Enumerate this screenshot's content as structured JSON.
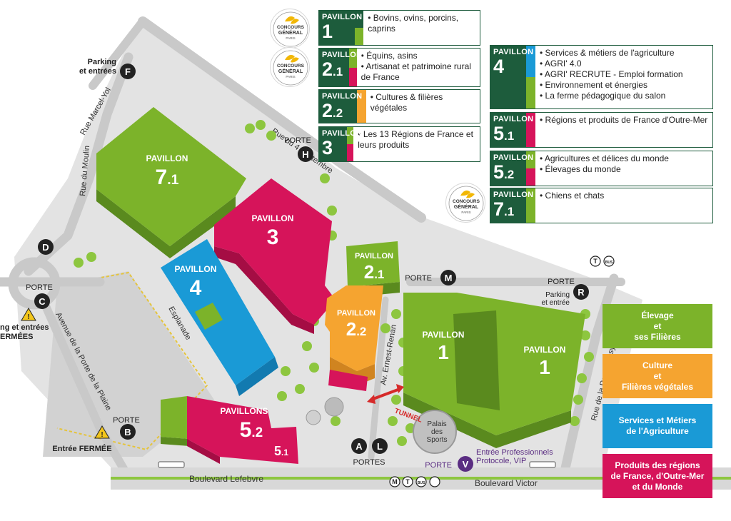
{
  "colors": {
    "green": "#7cb32a",
    "green_dark": "#5a8a1e",
    "pink": "#d6145a",
    "pink_dark": "#a50d44",
    "blue": "#1a9ad6",
    "blue_dark": "#127ab0",
    "orange": "#f5a430",
    "orange_dark": "#d08420",
    "dark_green": "#1d5c3c",
    "road": "#c9c9c9",
    "ground": "#e3e3e3"
  },
  "seal_text": {
    "line1": "CONCOURS",
    "line2": "GÉNÉRAL",
    "line3": "PARIS"
  },
  "pavillon_word": "PAVILLON",
  "pavillons_word": "PAVILLONS",
  "cards_left": [
    {
      "num": "1",
      "sub": "",
      "items": [
        "Bovins, ovins, porcins, caprins"
      ],
      "colors": [
        "#1d5c3c",
        "#7cb32a"
      ]
    },
    {
      "num": "2",
      "sub": ".1",
      "items": [
        "Équins, asins",
        "Artisanat et patrimoine rural de France"
      ],
      "colors": [
        "#7cb32a",
        "#d6145a"
      ]
    },
    {
      "num": "2",
      "sub": ".2",
      "items": [
        "Cultures & filières végétales"
      ],
      "colors": [
        "#f5a430"
      ]
    },
    {
      "num": "3",
      "sub": "",
      "items": [
        "Les 13 Régions de France et leurs produits"
      ],
      "colors": [
        "#7cb32a",
        "#d6145a"
      ]
    }
  ],
  "cards_right": [
    {
      "num": "4",
      "sub": "",
      "items": [
        "Services & métiers de l'agriculture",
        "AGRI' 4.0",
        "AGRI' RECRUTE - Emploi formation",
        "Environnement et énergies",
        "La ferme pédagogique du salon"
      ],
      "colors": [
        "#1a9ad6",
        "#7cb32a"
      ]
    },
    {
      "num": "5",
      "sub": ".1",
      "items": [
        "Régions et produits de France d'Outre-Mer"
      ],
      "colors": [
        "#d6145a"
      ]
    },
    {
      "num": "5",
      "sub": ".2",
      "items": [
        "Agricultures et délices du monde",
        "Élevages du monde"
      ],
      "colors": [
        "#7cb32a",
        "#d6145a"
      ]
    },
    {
      "num": "7",
      "sub": ".1",
      "items": [
        "Chiens et chats"
      ],
      "colors": [
        "#7cb32a"
      ]
    }
  ],
  "legend": [
    {
      "text": "Élevage\net\nses Filières",
      "color": "#7cb32a"
    },
    {
      "text": "Culture\net\nFilières végétales",
      "color": "#f5a430"
    },
    {
      "text": "Services et Métiers\nde l'Agriculture",
      "color": "#1a9ad6"
    },
    {
      "text": "Produits des régions\nde France, d'Outre-Mer\net du Monde",
      "color": "#d6145a"
    }
  ],
  "map": {
    "hall_7_1": {
      "word": "PAVILLON",
      "num": "7",
      "sub": ".1"
    },
    "hall_3": {
      "word": "PAVILLON",
      "num": "3"
    },
    "hall_4": {
      "word": "PAVILLON",
      "num": "4"
    },
    "hall_2_1": {
      "word": "PAVILLON",
      "num": "2",
      "sub": ".1"
    },
    "hall_2_2": {
      "word": "PAVILLON",
      "num": "2",
      "sub": ".2"
    },
    "hall_1a": {
      "word": "PAVILLON",
      "num": "1"
    },
    "hall_1b": {
      "word": "PAVILLON",
      "num": "1"
    },
    "hall_5": {
      "word": "PAVILLONS",
      "num": "5",
      "sub": ".2",
      "num2": "5",
      "sub2": ".1"
    },
    "palais": "Palais\ndes\nSports",
    "streets": {
      "marcel_yol": "Rue Marcel-Yol",
      "moulin": "Rue du Moulin",
      "quatre_sept": "Rue du 4 Septembre",
      "esplanade": "Esplanade",
      "porte_plaine": "Avenue de la Porte de la Plaine",
      "ernest_renan": "Av. Ernest-Renan",
      "lefebvre": "Boulevard Lefebvre",
      "victor": "Boulevard Victor",
      "porte_issy": "Rue de la Porte d'Issy"
    },
    "tunnel": "TUNNEL",
    "porte_word": "PORTE",
    "portes_word": "PORTES",
    "gates": {
      "F": {
        "letter": "F",
        "label": "Parking\net entrées"
      },
      "H": {
        "letter": "H",
        "label": "PORTE"
      },
      "D": {
        "letter": "D"
      },
      "C": {
        "letter": "C",
        "label": "PORTE"
      },
      "M": {
        "letter": "M",
        "label": "PORTE"
      },
      "R": {
        "letter": "R",
        "label_top": "PORTE",
        "label": "Parking\net entrée"
      },
      "B": {
        "letter": "B",
        "label": "PORTE"
      },
      "A": {
        "letter": "A"
      },
      "L": {
        "letter": "L"
      },
      "V": {
        "letter": "V",
        "label": "PORTE"
      }
    },
    "warn_c": "ng et entrées\nERMÉES",
    "warn_b": "Entrée FERMÉE",
    "v_desc": "Entrée Professionnels\nProtocole, VIP",
    "transit": {
      "t": "T",
      "bus": "BUS",
      "m": "M"
    }
  }
}
